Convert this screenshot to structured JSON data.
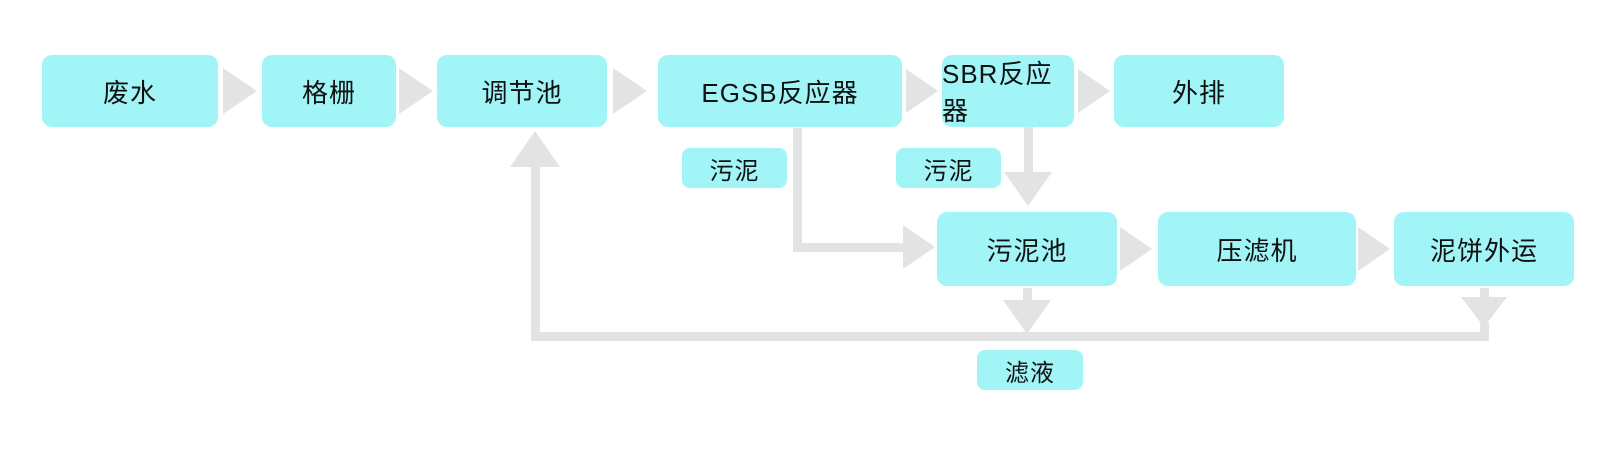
{
  "diagram": {
    "type": "flowchart",
    "subject": "wastewater treatment process",
    "nodes": {
      "wastewater": "废水",
      "bar_screen": "格栅",
      "regulating_tank": "调节池",
      "egsb_reactor": "EGSB反应器",
      "sbr_reactor": "SBR反应器",
      "discharge": "外排",
      "sludge_tank": "污泥池",
      "filter_press": "压滤机",
      "sludge_cake_transport": "泥饼外运"
    },
    "edge_labels": {
      "sludge_from_egsb": "污泥",
      "sludge_from_sbr": "污泥",
      "filtrate": "滤液"
    },
    "edges": [
      {
        "from": "废水",
        "to": "格栅"
      },
      {
        "from": "格栅",
        "to": "调节池"
      },
      {
        "from": "调节池",
        "to": "EGSB反应器"
      },
      {
        "from": "EGSB反应器",
        "to": "SBR反应器"
      },
      {
        "from": "SBR反应器",
        "to": "外排"
      },
      {
        "from": "EGSB反应器",
        "to": "污泥池",
        "label": "污泥"
      },
      {
        "from": "SBR反应器",
        "to": "污泥池",
        "label": "污泥"
      },
      {
        "from": "污泥池",
        "to": "压滤机"
      },
      {
        "from": "压滤机",
        "to": "泥饼外运"
      },
      {
        "from": "污泥池",
        "to": "调节池",
        "label": "滤液"
      },
      {
        "from": "泥饼外运",
        "to": "调节池",
        "label": "滤液"
      }
    ],
    "colors": {
      "node_fill": "#a2f5f7",
      "connector": "#e3e3e3",
      "text": "#111111",
      "background": "#ffffff"
    }
  }
}
